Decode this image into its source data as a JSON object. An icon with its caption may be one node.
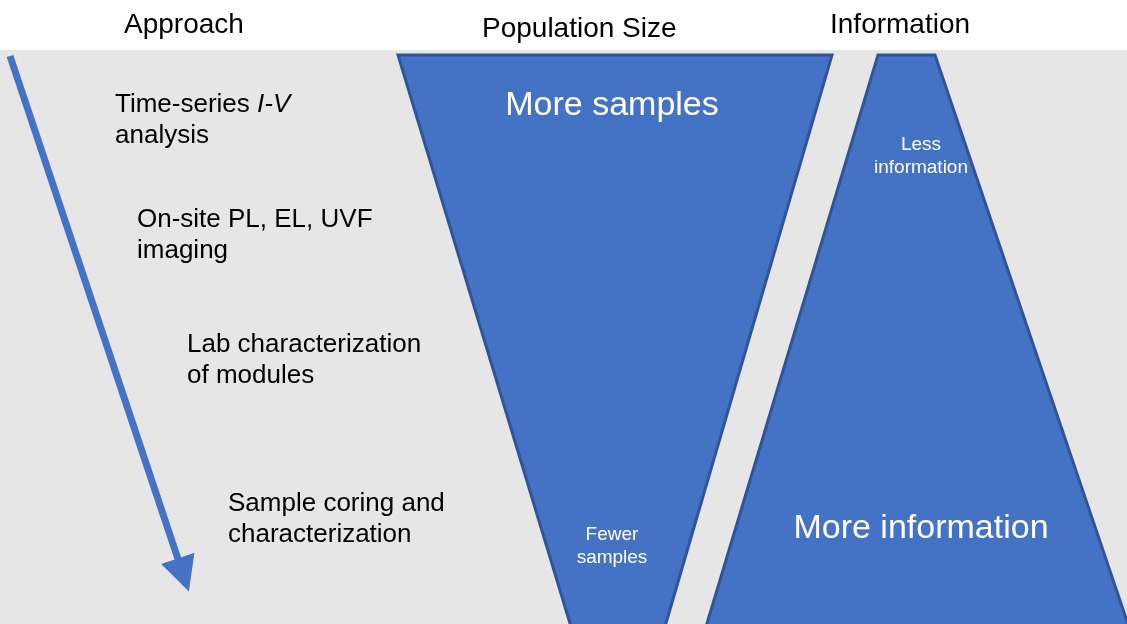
{
  "diagram": {
    "nodes": [
      {
        "text": [
          "More samples",
          "Fewer samples"
        ]
      },
      {
        "text": [
          "Less information",
          "More information"
        ]
      }
    ],
    "labels": [
      "Approach",
      "Population Size",
      "Information",
      "Time-series *I-V* analysis",
      "On-site PL, EL, UVF imaging",
      "Lab characterization of modules",
      "Sample coring and characterization"
    ]
  }
}
